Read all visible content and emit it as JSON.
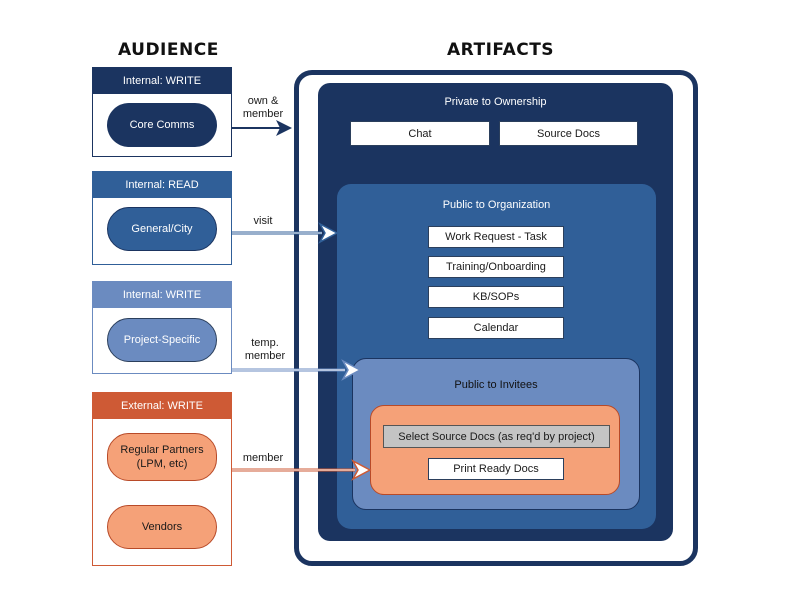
{
  "headings": {
    "audience": "AUDIENCE",
    "artifacts": "ARTIFACTS"
  },
  "audience": [
    {
      "header": "Internal: WRITE",
      "items": [
        "Core Comms"
      ]
    },
    {
      "header": "Internal: READ",
      "items": [
        "General/City"
      ]
    },
    {
      "header": "Internal: WRITE",
      "items": [
        "Project-Specific"
      ]
    },
    {
      "header": "External: WRITE",
      "items": [
        "Regular Partners\n(LPM, etc)",
        "Vendors"
      ]
    }
  ],
  "arrows": [
    {
      "label": "own &\nmember"
    },
    {
      "label": "visit"
    },
    {
      "label": "temp.\nmember"
    },
    {
      "label": "member"
    }
  ],
  "zones": {
    "private": {
      "title": "Private to Ownership",
      "items": [
        "Chat",
        "Source Docs"
      ]
    },
    "organization": {
      "title": "Public to Organization",
      "items": [
        "Work Request - Task",
        "Training/Onboarding",
        "KB/SOPs",
        "Calendar"
      ]
    },
    "invitees": {
      "title": "Public to Invitees",
      "items": [
        "Select Source Docs (as req'd by project)",
        "Print Ready Docs"
      ]
    }
  },
  "colors": {
    "navy": "#1b3460",
    "blue": "#305f98",
    "light_blue": "#6b8bc0",
    "orange": "#ce5a35",
    "salmon": "#f5a178",
    "frame": "#1b3460"
  }
}
